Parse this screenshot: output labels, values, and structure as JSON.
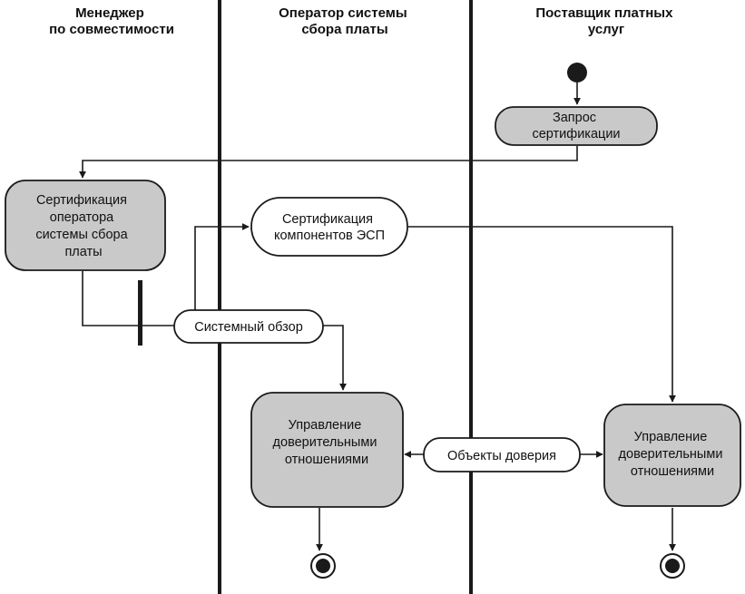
{
  "lanes": [
    {
      "id": "compat-manager",
      "title_lines": [
        "Менеджер",
        "по совместимости"
      ]
    },
    {
      "id": "fee-system-operator",
      "title_lines": [
        "Оператор системы",
        "сбора платы"
      ]
    },
    {
      "id": "paid-service-provider",
      "title_lines": [
        "Поставщик платных",
        "услуг"
      ]
    }
  ],
  "nodes": {
    "cert_request": {
      "lines": [
        "Запрос",
        "сертификации"
      ],
      "fill": "#c9c9c9"
    },
    "operator_cert": {
      "lines": [
        "Сертификация",
        "оператора",
        "системы сбора",
        "платы"
      ],
      "fill": "#c9c9c9"
    },
    "component_cert": {
      "lines": [
        "Сертификация",
        "компонентов ЭСП"
      ],
      "fill": "#ffffff"
    },
    "system_review": {
      "lines": [
        "Системный обзор"
      ],
      "fill": "#ffffff"
    },
    "trust_mgmt_operator": {
      "lines": [
        "Управление",
        "доверительными",
        "отношениями"
      ],
      "fill": "#c9c9c9"
    },
    "trust_objects": {
      "lines": [
        "Объекты доверия"
      ],
      "fill": "#ffffff"
    },
    "trust_mgmt_provider": {
      "lines": [
        "Управление",
        "доверительными",
        "отношениями"
      ],
      "fill": "#c9c9c9"
    }
  }
}
